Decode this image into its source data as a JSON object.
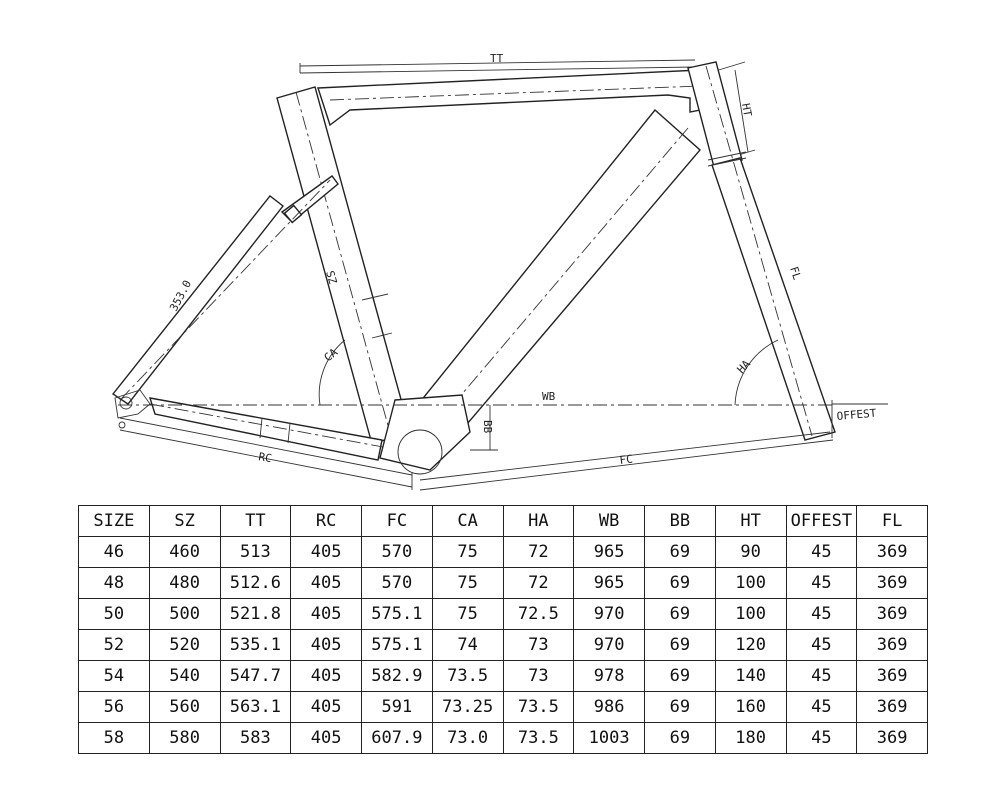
{
  "diagram": {
    "labels": {
      "tt": "TT",
      "ht": "HT",
      "fl": "FL",
      "sz": "SZ",
      "seatstay": "353.0",
      "ca": "CA",
      "ha": "HA",
      "wb": "WB",
      "bb": "BB",
      "rc": "RC",
      "fc": "FC",
      "offest": "OFFEST"
    }
  },
  "table": {
    "headers": [
      "SIZE",
      "SZ",
      "TT",
      "RC",
      "FC",
      "CA",
      "HA",
      "WB",
      "BB",
      "HT",
      "OFFEST",
      "FL"
    ],
    "rows": [
      [
        "46",
        "460",
        "513",
        "405",
        "570",
        "75",
        "72",
        "965",
        "69",
        "90",
        "45",
        "369"
      ],
      [
        "48",
        "480",
        "512.6",
        "405",
        "570",
        "75",
        "72",
        "965",
        "69",
        "100",
        "45",
        "369"
      ],
      [
        "50",
        "500",
        "521.8",
        "405",
        "575.1",
        "75",
        "72.5",
        "970",
        "69",
        "100",
        "45",
        "369"
      ],
      [
        "52",
        "520",
        "535.1",
        "405",
        "575.1",
        "74",
        "73",
        "970",
        "69",
        "120",
        "45",
        "369"
      ],
      [
        "54",
        "540",
        "547.7",
        "405",
        "582.9",
        "73.5",
        "73",
        "978",
        "69",
        "140",
        "45",
        "369"
      ],
      [
        "56",
        "560",
        "563.1",
        "405",
        "591",
        "73.25",
        "73.5",
        "986",
        "69",
        "160",
        "45",
        "369"
      ],
      [
        "58",
        "580",
        "583",
        "405",
        "607.9",
        "73.0",
        "73.5",
        "1003",
        "69",
        "180",
        "45",
        "369"
      ]
    ]
  }
}
